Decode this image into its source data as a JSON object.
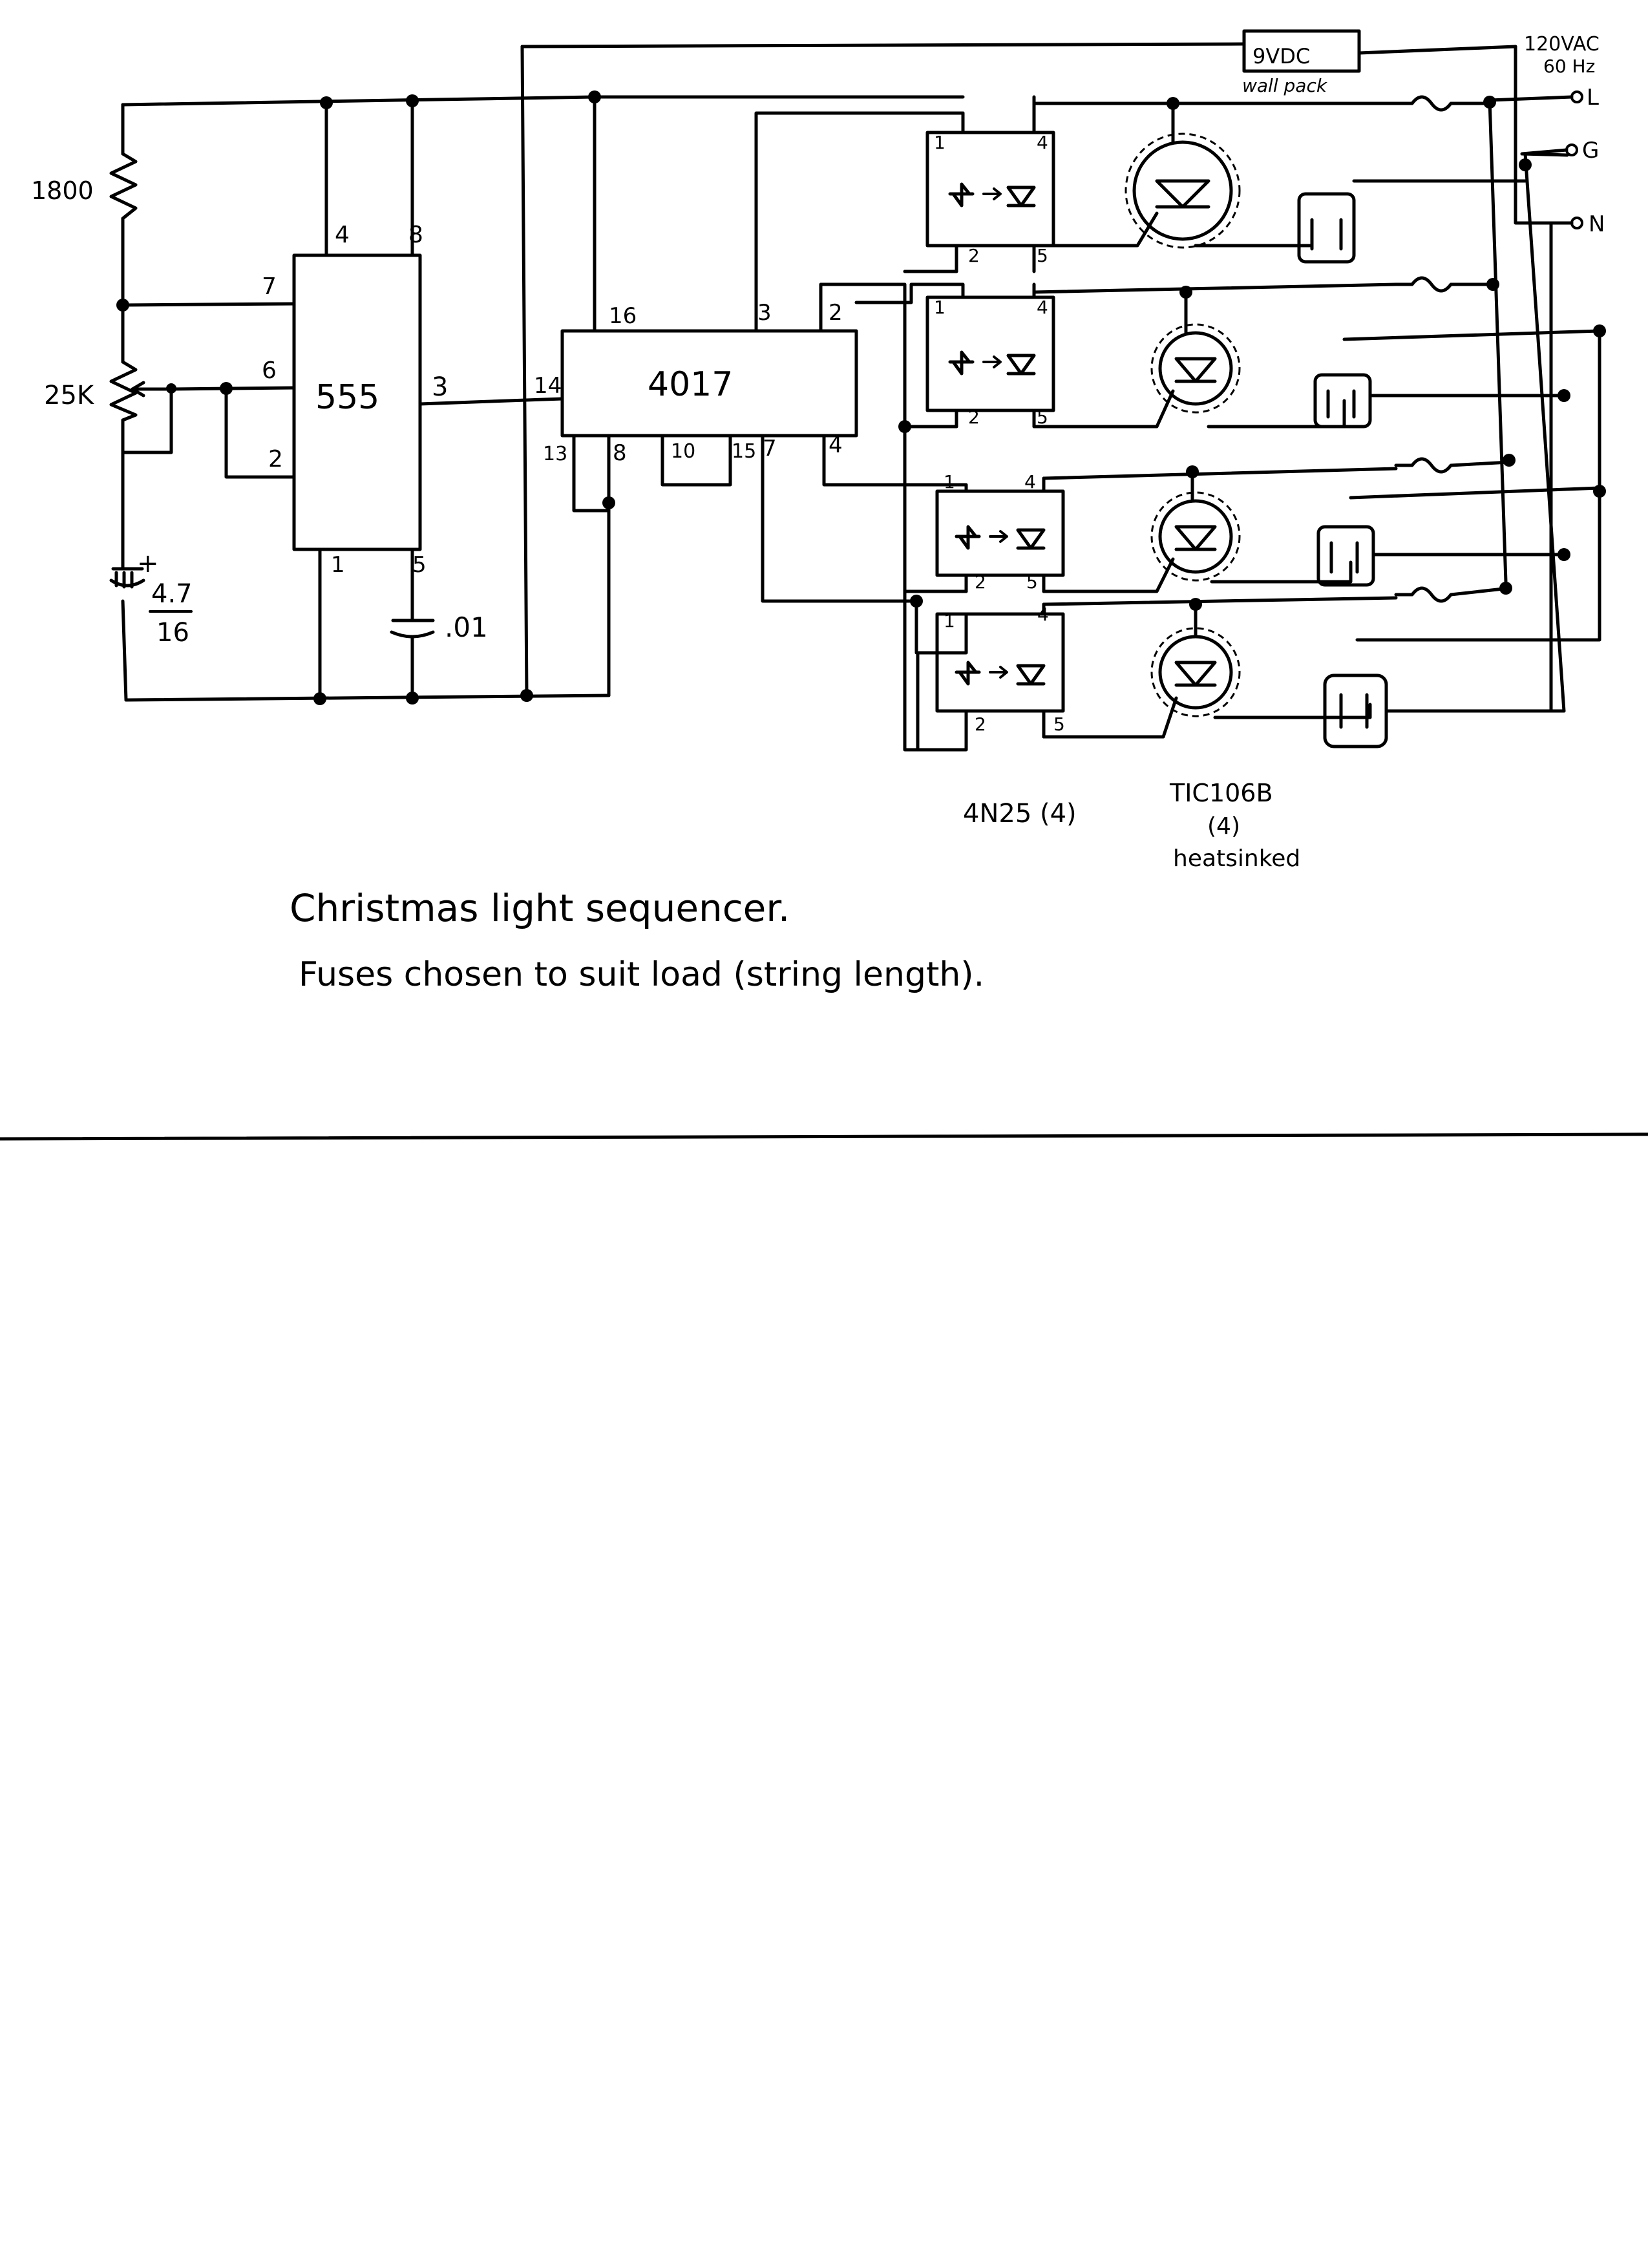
{
  "schematic": {
    "ic_555": {
      "name": "555",
      "pins": {
        "p4": "4",
        "p8": "8",
        "p7": "7",
        "p6": "6",
        "p2": "2",
        "p3": "3",
        "p1": "1",
        "p5": "5"
      }
    },
    "ic_4017": {
      "name": "4017",
      "pins": {
        "p16": "16",
        "p3": "3",
        "p2": "2",
        "p14": "14",
        "p13": "13",
        "p8": "8",
        "p10": "10",
        "p15": "15",
        "p7": "7",
        "p4": "4"
      }
    },
    "components": {
      "r1": "1800",
      "pot": "25K",
      "c1_value": "4.7",
      "c1_voltage": "16",
      "c1_polarity": "+",
      "c2": ".01",
      "power_supply": "9VDC",
      "power_supply_note": "wall pack",
      "mains_line1": "120VAC",
      "mains_line2": "60 Hz",
      "terminal_l": "L",
      "terminal_g": "G",
      "terminal_n": "N"
    },
    "optocoupler_pins": {
      "a": "1",
      "b": "4",
      "c": "2",
      "d": "5"
    },
    "part_labels": {
      "optocoupler": "4N25 (4)",
      "triac_line1": "TIC106B",
      "triac_line2": "(4)",
      "triac_line3": "heatsinked"
    },
    "notes": {
      "line1": "Christmas light sequencer.",
      "line2": "Fuses chosen to suit load (string length)."
    }
  }
}
